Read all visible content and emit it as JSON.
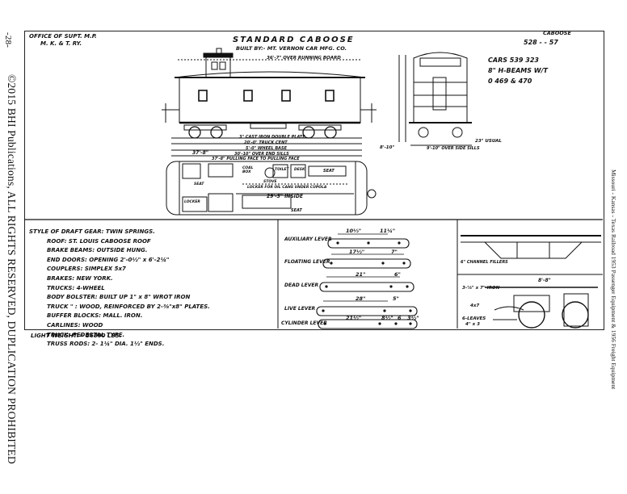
{
  "margin": {
    "page_number": "-28-",
    "copyright": "©2015 BHI Publications, ALL RIGHTS RESERVED, DUPLICATION PROHIBITED",
    "right_caption": "Missouri - Kansas - Texas Railroad    1953 Passenger Equipment  &  1956 Freight Equipment"
  },
  "header": {
    "office_line1": "OFFICE OF SUPT. M.P.",
    "office_line2": "M. K. & T. RY.",
    "title": "STANDARD   CABOOSE",
    "builder": "BUILT BY:- MT. VERNON CAR MFG. CO.",
    "caboose_tag": "CABOOSE",
    "series_range": "528 -  - 57",
    "note_line1": "CARS 539 323",
    "note_line2": "8\" H-BEAMS W/T",
    "note_line3": "0 469 & 470"
  },
  "side_elevation": {
    "over_running_board": "36'-7\" OVER RUNNING BOARD",
    "cast_iron": "3\" CAST IRON DOUBLE PLATE",
    "truck_cent": "20'-0\" TRUCK CENT",
    "wheel_base": "5'-0\" WHEEL BASE",
    "over_end_sills": "30'-10\" OVER END SILLS",
    "pulling_face": "37'-8\" PULLING FACE TO PULLING FACE",
    "left_dim": "37'-8\"",
    "right_dim": "8'-10\"",
    "over_side": "9'-10\" OVER SIDE SILLS",
    "usual": "23\" USUAL"
  },
  "floor_plan": {
    "labels": [
      "COAL BOX",
      "TOILET",
      "DESK",
      "SEAT",
      "LOCKER",
      "STOVE",
      "SEAT",
      "SEAT"
    ],
    "locker_note": "LOCKER FOR OIL CANS UNDER CUPOLA",
    "inside": "29'-3\" INSIDE"
  },
  "specs": [
    "STYLE OF DRAFT GEAR: TWIN SPRINGS.",
    "ROOF: ST. LOUIS CABOOSE ROOF",
    "BRAKE BEAMS: OUTSIDE HUNG.",
    "END DOORS: OPENING 2'-0½\" x 6'-2¼\"",
    "COUPLERS: SIMPLEX 5x7",
    "BRAKES: NEW YORK.",
    "TRUCKS: 4-WHEEL",
    "BODY BOLSTER: BUILT UP 1\" x 8\" WROT IRON",
    "TRUCK     \" : WOOD, REINFORCED BY 2-⅜\"x8\" PLATES.",
    "BUFFER BLOCKS: MALL. IRON.",
    "CARLINES: WOOD",
    "TRUCK: PEDESTAL TYPE.",
    "TRUSS RODS: 2- 1¼\" DIA. 1½\" ENDS."
  ],
  "light_weight": "LIGHT WEIGHT:= 36800 LBS.",
  "levers": [
    {
      "name": "AUXILIARY LEVER",
      "dims": [
        "10½\"",
        "11¼\""
      ]
    },
    {
      "name": "FLOATING LEVER",
      "dims": [
        "17½\"",
        "7\""
      ]
    },
    {
      "name": "DEAD LEVER",
      "dims": [
        "21\"",
        "6\""
      ]
    },
    {
      "name": "LIVE LEVER",
      "dims": [
        "28\"",
        "5\""
      ]
    },
    {
      "name": "CYLINDER LEVER",
      "dims": [
        "21½\"",
        "8½\"",
        "6",
        "3½\""
      ]
    }
  ],
  "details": {
    "channel_fillers": "6\" CHANNEL FILLERS",
    "top_dim": "8'-8\"",
    "iron": "3-⅞\" x 7\" IRON",
    "bolster": "4x7",
    "leaves": "6-LEAVES",
    "leaf_size": "4\" x 3"
  }
}
